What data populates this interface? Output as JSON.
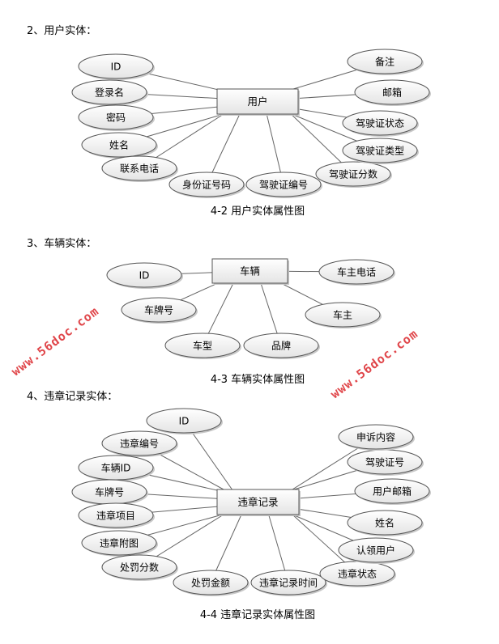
{
  "headings": [
    "2、用户实体：",
    "3、车辆实体：",
    "4、违章记录实体："
  ],
  "captions": [
    "4-2 用户实体属性图",
    "4-3 车辆实体属性图",
    "4-4 违章记录实体属性图"
  ],
  "watermark": "www.56doc.com",
  "diagrams": [
    {
      "entity": "用户",
      "attributes": [
        "ID",
        "登录名",
        "密码",
        "姓名",
        "联系电话",
        "身份证号码",
        "驾驶证编号",
        "驾驶证分数",
        "驾驶证类型",
        "驾驶证状态",
        "邮箱",
        "备注"
      ]
    },
    {
      "entity": "车辆",
      "attributes": [
        "ID",
        "车牌号",
        "车型",
        "品牌",
        "车主",
        "车主电话"
      ]
    },
    {
      "entity": "违章记录",
      "attributes": [
        "ID",
        "违章编号",
        "车辆ID",
        "车牌号",
        "违章项目",
        "违章附图",
        "处罚分数",
        "处罚金额",
        "违章记录时间",
        "违章状态",
        "认领用户",
        "姓名",
        "用户邮箱",
        "驾驶证号",
        "申诉内容"
      ]
    }
  ]
}
